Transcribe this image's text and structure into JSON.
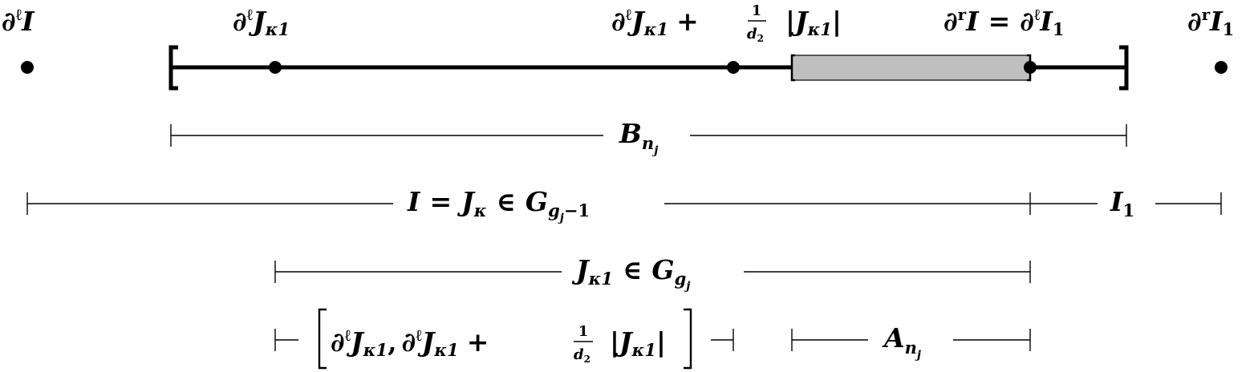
{
  "top_labels": {
    "left_I": {
      "partial": "∂",
      "sup": "ℓ",
      "base": "I"
    },
    "left_J": {
      "partial": "∂",
      "sup": "ℓ",
      "base": "J",
      "sub": "κ1"
    },
    "mid": {
      "partial": "∂",
      "sup": "ℓ",
      "base": "J",
      "sub": "κ1",
      "op": "+",
      "frac_num": "1",
      "frac_den": "d",
      "frac_den_sub": "2",
      "abs_base": "J",
      "abs_sub": "κ1"
    },
    "right_I": {
      "partial1": "∂",
      "sup1": "r",
      "base1": "I",
      "eq": "=",
      "partial2": "∂",
      "sup2": "ℓ",
      "base2": "I",
      "sub2": "1"
    },
    "far_right": {
      "partial": "∂",
      "sup": "r",
      "base": "I",
      "sub": "1"
    }
  },
  "intervals": {
    "B": {
      "base": "B",
      "sub": "n",
      "subsub": "j"
    },
    "I_eq": {
      "base1": "I",
      "eq": "=",
      "base2": "J",
      "sub2": "κ",
      "in": "∈",
      "base3": "G",
      "sub3": "g",
      "subsub3": "j",
      "tail3": "−1"
    },
    "I1": {
      "base": "I",
      "sub": "1"
    },
    "J": {
      "base": "J",
      "sub": "κ1",
      "in": "∈",
      "base2": "G",
      "sub2": "g",
      "subsub2": "j"
    },
    "bracket": {
      "partial": "∂",
      "sup": "ℓ",
      "base": "J",
      "sub": "κ1",
      "comma": ",",
      "partial2": "∂",
      "sup2": "ℓ",
      "base2": "J",
      "sub2": "κ1",
      "op": "+",
      "frac_num": "1",
      "frac_den": "d",
      "frac_den_sub": "2",
      "abs_base": "J",
      "abs_sub": "κ1"
    },
    "A": {
      "base": "A",
      "sub": "n",
      "subsub": "j"
    }
  }
}
